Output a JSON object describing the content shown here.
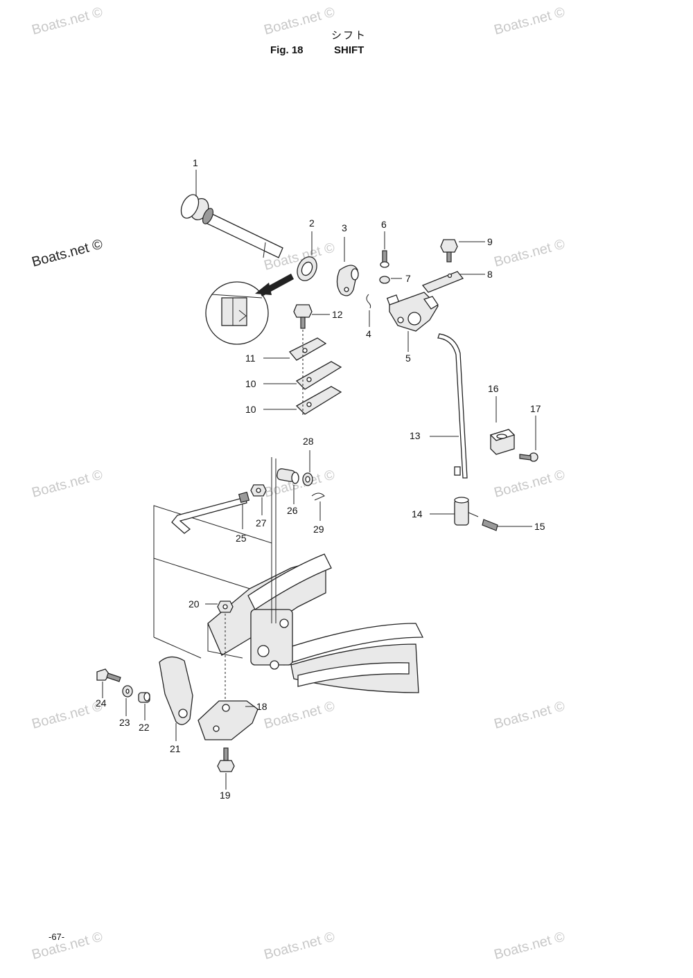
{
  "header": {
    "title_jp": "シフト",
    "figure": "Fig. 18",
    "title_en": "SHIFT"
  },
  "page_number": "-67-",
  "watermark": {
    "text": "Boats.net ©",
    "color": "#c8c8c8"
  },
  "callouts": [
    "1",
    "2",
    "3",
    "4",
    "5",
    "6",
    "7",
    "8",
    "9",
    "10",
    "10",
    "11",
    "12",
    "13",
    "14",
    "15",
    "16",
    "17",
    "18",
    "19",
    "20",
    "21",
    "22",
    "23",
    "24",
    "25",
    "26",
    "27",
    "28",
    "29"
  ]
}
